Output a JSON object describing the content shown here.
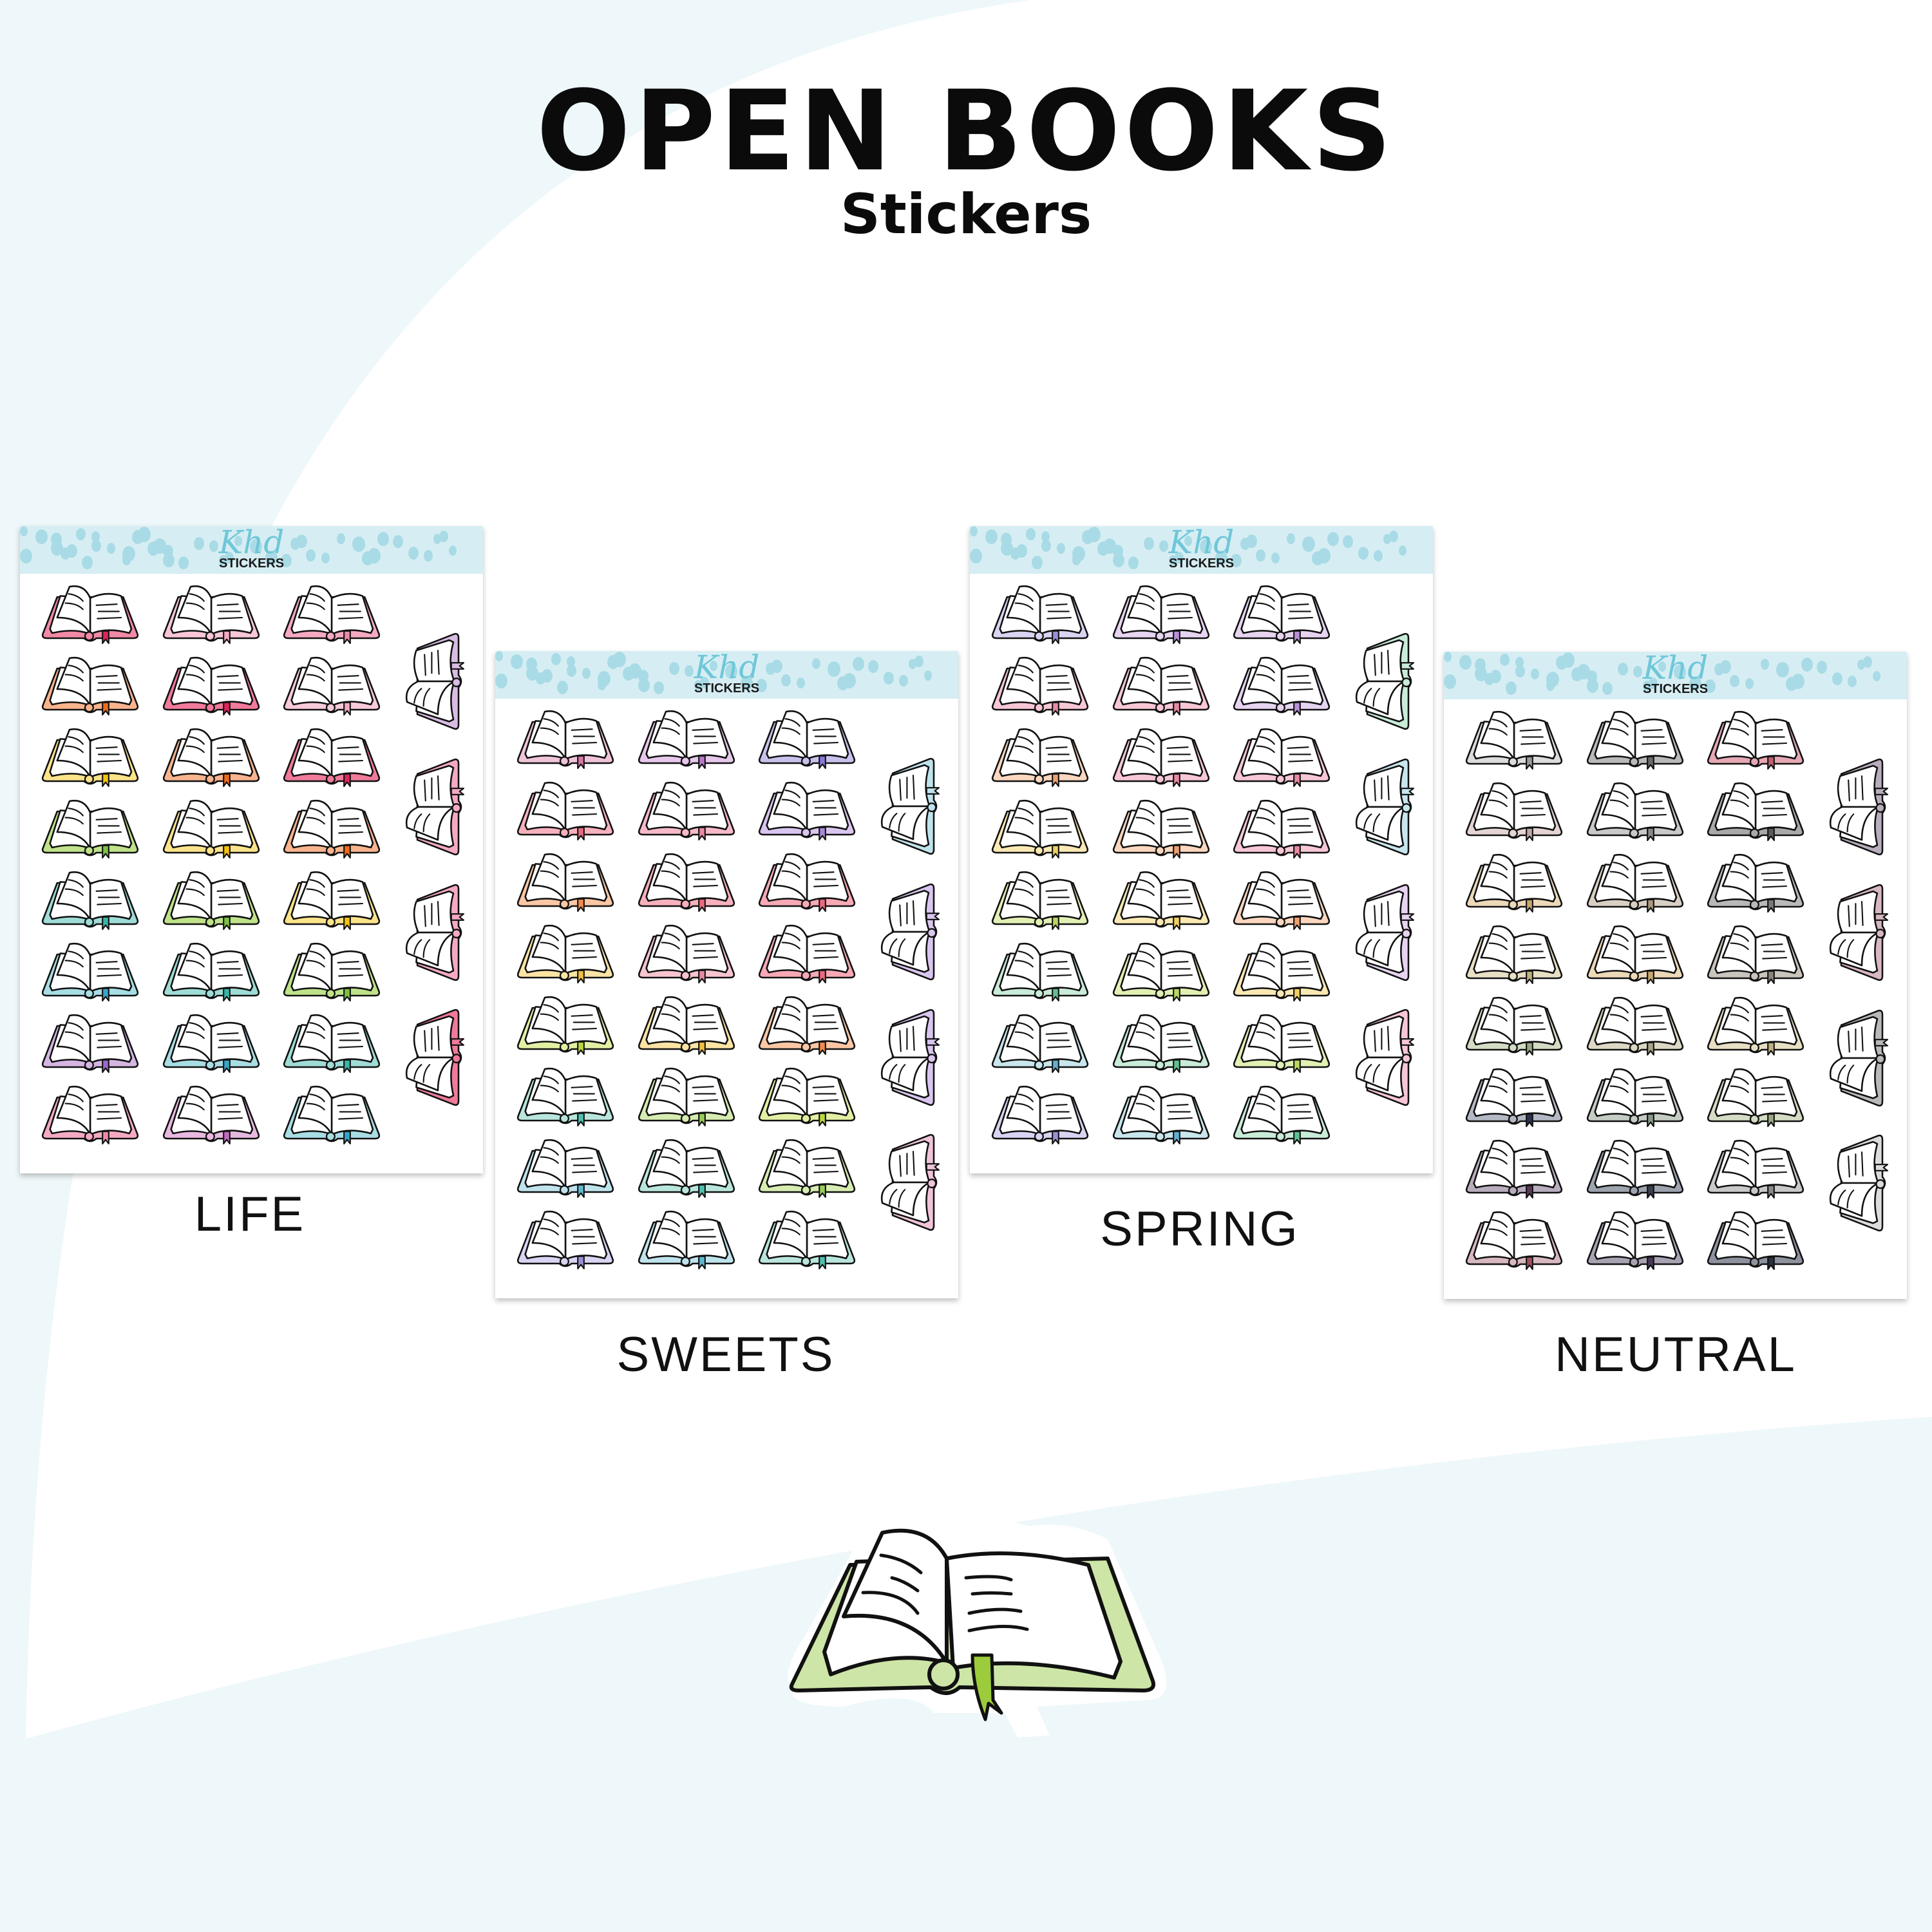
{
  "header": {
    "title": "OPEN BOOKS",
    "subtitle": "Stickers"
  },
  "brand": {
    "script": "Khd",
    "text": "STICKERS"
  },
  "sheets": [
    {
      "label": "LIFE",
      "covers": [
        "#f08aa6",
        "#f7c7d6",
        "#f5aac2",
        "#f9b48e",
        "#f27a9c",
        "#f7cbd9",
        "#fbe38a",
        "#f9b48e",
        "#f07a9a",
        "#bfe28a",
        "#fbe38a",
        "#f9b48e",
        "#9fdcd6",
        "#bfe28a",
        "#fbe38a",
        "#a8dde4",
        "#9fdcd6",
        "#bfe28a",
        "#d5b6e3",
        "#a8dde4",
        "#9fdcd6",
        "#f5aac2",
        "#e7b9e0",
        "#a8dde4"
      ],
      "ribbons": [
        "#e0245c",
        "#f5aac2",
        "#f08aa6",
        "#f06a1a",
        "#e0245c",
        "#f5aac2",
        "#f5c20a",
        "#f06a1a",
        "#e0245c",
        "#7cc242",
        "#f5c20a",
        "#f06a1a",
        "#36b6a8",
        "#7cc242",
        "#f5c20a",
        "#36a6c8",
        "#36b6a8",
        "#7cc242",
        "#a066c8",
        "#36a6c8",
        "#36b6a8",
        "#f08aa6",
        "#c26ac0",
        "#36a6c8"
      ],
      "sides": [
        "#d9bde3",
        "#f5aac2",
        "#f5aac2",
        "#f07a9a"
      ]
    },
    {
      "label": "SWEETS",
      "covers": [
        "#f0c4d8",
        "#e6c8ea",
        "#c9c1ec",
        "#f7b1bd",
        "#f7b9c9",
        "#d9c6ef",
        "#fbc7a5",
        "#f7b1bd",
        "#f7a9b6",
        "#fbe4a4",
        "#f7c4cf",
        "#f7a9b6",
        "#e3f0a4",
        "#fbe4a4",
        "#fbc7a5",
        "#b9e6dc",
        "#d6ecb1",
        "#e3f0a4",
        "#bfe3ec",
        "#b9e6dc",
        "#d6ecb1",
        "#d9d4f2",
        "#bfe3ec",
        "#b9e6dc"
      ],
      "ribbons": [
        "#d678a8",
        "#b77ac8",
        "#8a78d8",
        "#e86a80",
        "#e88aa2",
        "#a88ad8",
        "#f08a4a",
        "#e86a80",
        "#e86a80",
        "#f0c040",
        "#e88aa2",
        "#e86a80",
        "#b8d840",
        "#f0c040",
        "#f08a4a",
        "#50c0b0",
        "#98cc58",
        "#b8d840",
        "#60b8d0",
        "#50c0b0",
        "#98cc58",
        "#9a90d8",
        "#60b8d0",
        "#50c0b0"
      ],
      "sides": [
        "#bfe3ec",
        "#d9c6ef",
        "#d9c6ef",
        "#f0c4d8"
      ]
    },
    {
      "label": "SPRING",
      "covers": [
        "#d9d4f2",
        "#e6d4f0",
        "#e6d4f0",
        "#f7c7d6",
        "#f7c7d6",
        "#e6d4f0",
        "#fbd7bf",
        "#f7c7d6",
        "#f7c7d6",
        "#fbe9b4",
        "#fbd7bf",
        "#f7c7d6",
        "#e3f0b4",
        "#fbe9b4",
        "#fbd7bf",
        "#c9ecd9",
        "#e3f0b4",
        "#fbe9b4",
        "#c9e6ee",
        "#c9ecd9",
        "#e3f0b4",
        "#d9d4f2",
        "#c9e6ee",
        "#c9ecd9"
      ],
      "ribbons": [
        "#9a90d8",
        "#b890d8",
        "#b890d8",
        "#e88aa2",
        "#e88aa2",
        "#b890d8",
        "#f0a070",
        "#e88aa2",
        "#e88aa2",
        "#f0d060",
        "#f0a070",
        "#e88aa2",
        "#b8d860",
        "#f0d060",
        "#f0a070",
        "#60c090",
        "#b8d860",
        "#f0d060",
        "#60b0d0",
        "#60c090",
        "#b8d860",
        "#9a90d8",
        "#60b0d0",
        "#60c090"
      ],
      "sides": [
        "#c9ecd9",
        "#c9e6ee",
        "#e6d4f0",
        "#f7c7d6"
      ]
    },
    {
      "label": "NEUTRAL",
      "covers": [
        "#dcdcdc",
        "#b9b9b9",
        "#e6a8b4",
        "#e4d4d4",
        "#c9c9c9",
        "#a9a9a9",
        "#ecd9b8",
        "#d9d0c4",
        "#b9b9b9",
        "#e8e0c4",
        "#ecd9b8",
        "#c9c4bc",
        "#d4dcc4",
        "#dcd8c4",
        "#e8e0c4",
        "#b4b8c4",
        "#c4ccc4",
        "#d4dcc4",
        "#b8adbd",
        "#9ea4ae",
        "#c9c9c9",
        "#d8b8c0",
        "#a9a2b2",
        "#8e929e"
      ],
      "ribbons": [
        "#9a9a9a",
        "#6a6a6a",
        "#c06070",
        "#c0a8a8",
        "#8a8a8a",
        "#5a5a5a",
        "#c8a870",
        "#a89880",
        "#7a7a7a",
        "#c0b080",
        "#c8a870",
        "#8a8478",
        "#98a880",
        "#a8a488",
        "#c0b080",
        "#2a3450",
        "#889888",
        "#98a880",
        "#5a3a5a",
        "#3a4050",
        "#8a8a8a",
        "#a05060",
        "#4a3a5a",
        "#2a3040"
      ],
      "sides": [
        "#b8adbd",
        "#d8b8c0",
        "#b9b9b9",
        "#dcdcdc"
      ]
    }
  ],
  "feature": {
    "cover": "#cde5a6",
    "ribbon": "#9ccc3c"
  }
}
